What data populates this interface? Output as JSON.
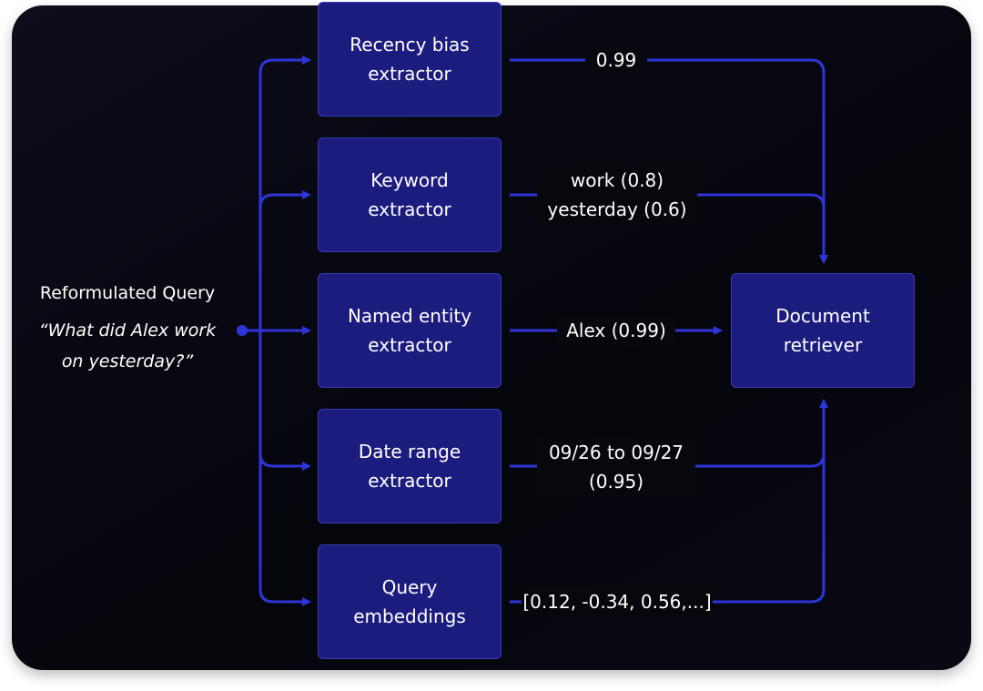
{
  "query": {
    "title": "Reformulated Query",
    "text": "“What did Alex work\non yesterday?”"
  },
  "extractors": [
    {
      "label": "Recency bias\nextractor",
      "output": "0.99"
    },
    {
      "label": "Keyword\nextractor",
      "output": "work (0.8)\nyesterday (0.6)"
    },
    {
      "label": "Named entity\nextractor",
      "output": "Alex (0.99)"
    },
    {
      "label": "Date range\nextractor",
      "output": "09/26 to 09/27\n(0.95)"
    },
    {
      "label": "Query\nembeddings",
      "output": "[0.12, -0.34, 0.56,...]"
    }
  ],
  "retriever": {
    "label": "Document\nretriever"
  },
  "colors": {
    "accent": "#2e35d8",
    "box_fill": "#1c1c7f",
    "box_border": "#3a3ab8",
    "background": "#07070f"
  }
}
